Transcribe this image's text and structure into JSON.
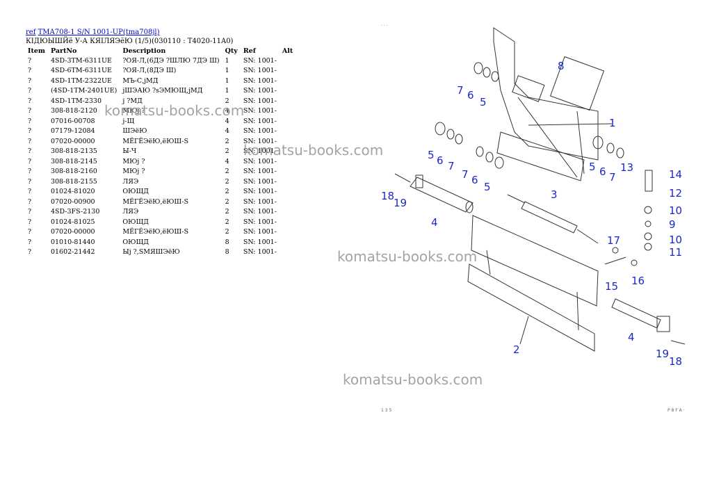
{
  "header": {
    "ref_link": "ref",
    "model_link": "TMA708-1 S/N 1001-UP(tma708jl)",
    "subtitle": "КIДЮЫШЙё У-А КЯIЛЯЭёЮ (1/5)(030110 : T4020-11A0)"
  },
  "table": {
    "headers": [
      "Item",
      "PartNo",
      "Description",
      "Qty",
      "Ref",
      "Alt"
    ],
    "rows": [
      [
        "?",
        "4SD-3TM-6311UE",
        "?ОЯ-Л,(6ДЭ ?ШЛЮ 7ДЭ Ш)",
        "1",
        "SN: 1001-",
        ""
      ],
      [
        "?",
        "4SD-6TM-6311UE",
        "?ОЯ-Л,(8ДЭ Ш)",
        "1",
        "SN: 1001-",
        ""
      ],
      [
        "?",
        "4SD-1TM-2322UE",
        "МЪ-С,јМД",
        "1",
        "SN: 1001-",
        ""
      ],
      [
        "?",
        "(4SD-1TM-2401UE)",
        "јШЭАЮ ?sЭМЮЩ,јМД",
        "1",
        "SN: 1001-",
        ""
      ],
      [
        "?",
        "4SD-1TM-2330",
        "ј ?МД",
        "2",
        "SN: 1001-",
        ""
      ],
      [
        "?",
        "308-818-2120",
        "МЮј ?",
        "4",
        "SN: 1001-",
        ""
      ],
      [
        "?",
        "07016-00708",
        "ј-Щ",
        "4",
        "SN: 1001-",
        ""
      ],
      [
        "?",
        "07179-12084",
        "ШЭёЮ",
        "4",
        "SN: 1001-",
        ""
      ],
      [
        "?",
        "07020-00000",
        "МЁГЁЭёЮ,ёЮШ-S",
        "2",
        "SN: 1001-",
        ""
      ],
      [
        "?",
        "308-818-2135",
        "Ы-Ч",
        "2",
        "SN: 1001-",
        ""
      ],
      [
        "?",
        "308-818-2145",
        "МЮј ?",
        "4",
        "SN: 1001-",
        ""
      ],
      [
        "?",
        "308-818-2160",
        "МЮј ?",
        "2",
        "SN: 1001-",
        ""
      ],
      [
        "?",
        "308-818-2155",
        "ЛЯЭ",
        "2",
        "SN: 1001-",
        ""
      ],
      [
        "?",
        "01024-81020",
        "ОЮЩД",
        "2",
        "SN: 1001-",
        ""
      ],
      [
        "?",
        "07020-00900",
        "МЁГЁЭёЮ,ёЮШ-S",
        "2",
        "SN: 1001-",
        ""
      ],
      [
        "?",
        "4SD-3FS-2130",
        "ЛЯЭ",
        "2",
        "SN: 1001-",
        ""
      ],
      [
        "?",
        "01024-81025",
        "ОЮЩД",
        "2",
        "SN: 1001-",
        ""
      ],
      [
        "?",
        "07020-00000",
        "МЁГЁЭёЮ,ёЮШ-S",
        "2",
        "SN: 1001-",
        ""
      ],
      [
        "?",
        "01010-81440",
        "ОЮЩД",
        "8",
        "SN: 1001-",
        ""
      ],
      [
        "?",
        "01602-21442",
        "Ыј ?,SМЯШЭёЮ",
        "8",
        "SN: 1001-",
        ""
      ]
    ]
  },
  "watermarks": [
    "komatsu-books.com",
    "komatsu-books.com",
    "komatsu-books.com",
    "komatsu-books.com"
  ],
  "callouts": [
    "1",
    "2",
    "3",
    "4",
    "4",
    "5",
    "5",
    "5",
    "5",
    "6",
    "6",
    "6",
    "6",
    "7",
    "7",
    "7",
    "7",
    "8",
    "9",
    "10",
    "10",
    "11",
    "12",
    "13",
    "14",
    "15",
    "16",
    "17",
    "18",
    "18",
    "19",
    "19"
  ]
}
